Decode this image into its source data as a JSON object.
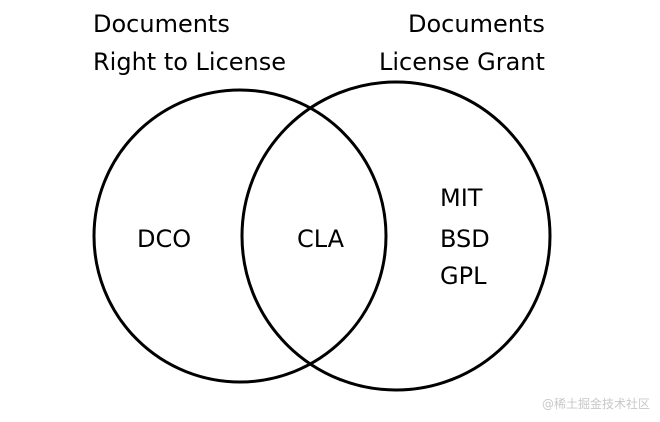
{
  "colors": {
    "background": "#ffffff",
    "stroke": "#000000",
    "text": "#000000",
    "watermark": "#c8c8c8"
  },
  "left_set": {
    "title_line1": "Documents",
    "title_line2": "Right to License",
    "members": [
      "DCO"
    ]
  },
  "right_set": {
    "title_line1": "Documents",
    "title_line2": "License Grant",
    "members": [
      "MIT",
      "BSD",
      "GPL"
    ]
  },
  "intersection": {
    "members": [
      "CLA"
    ]
  },
  "watermark": "@稀土掘金技术社区"
}
